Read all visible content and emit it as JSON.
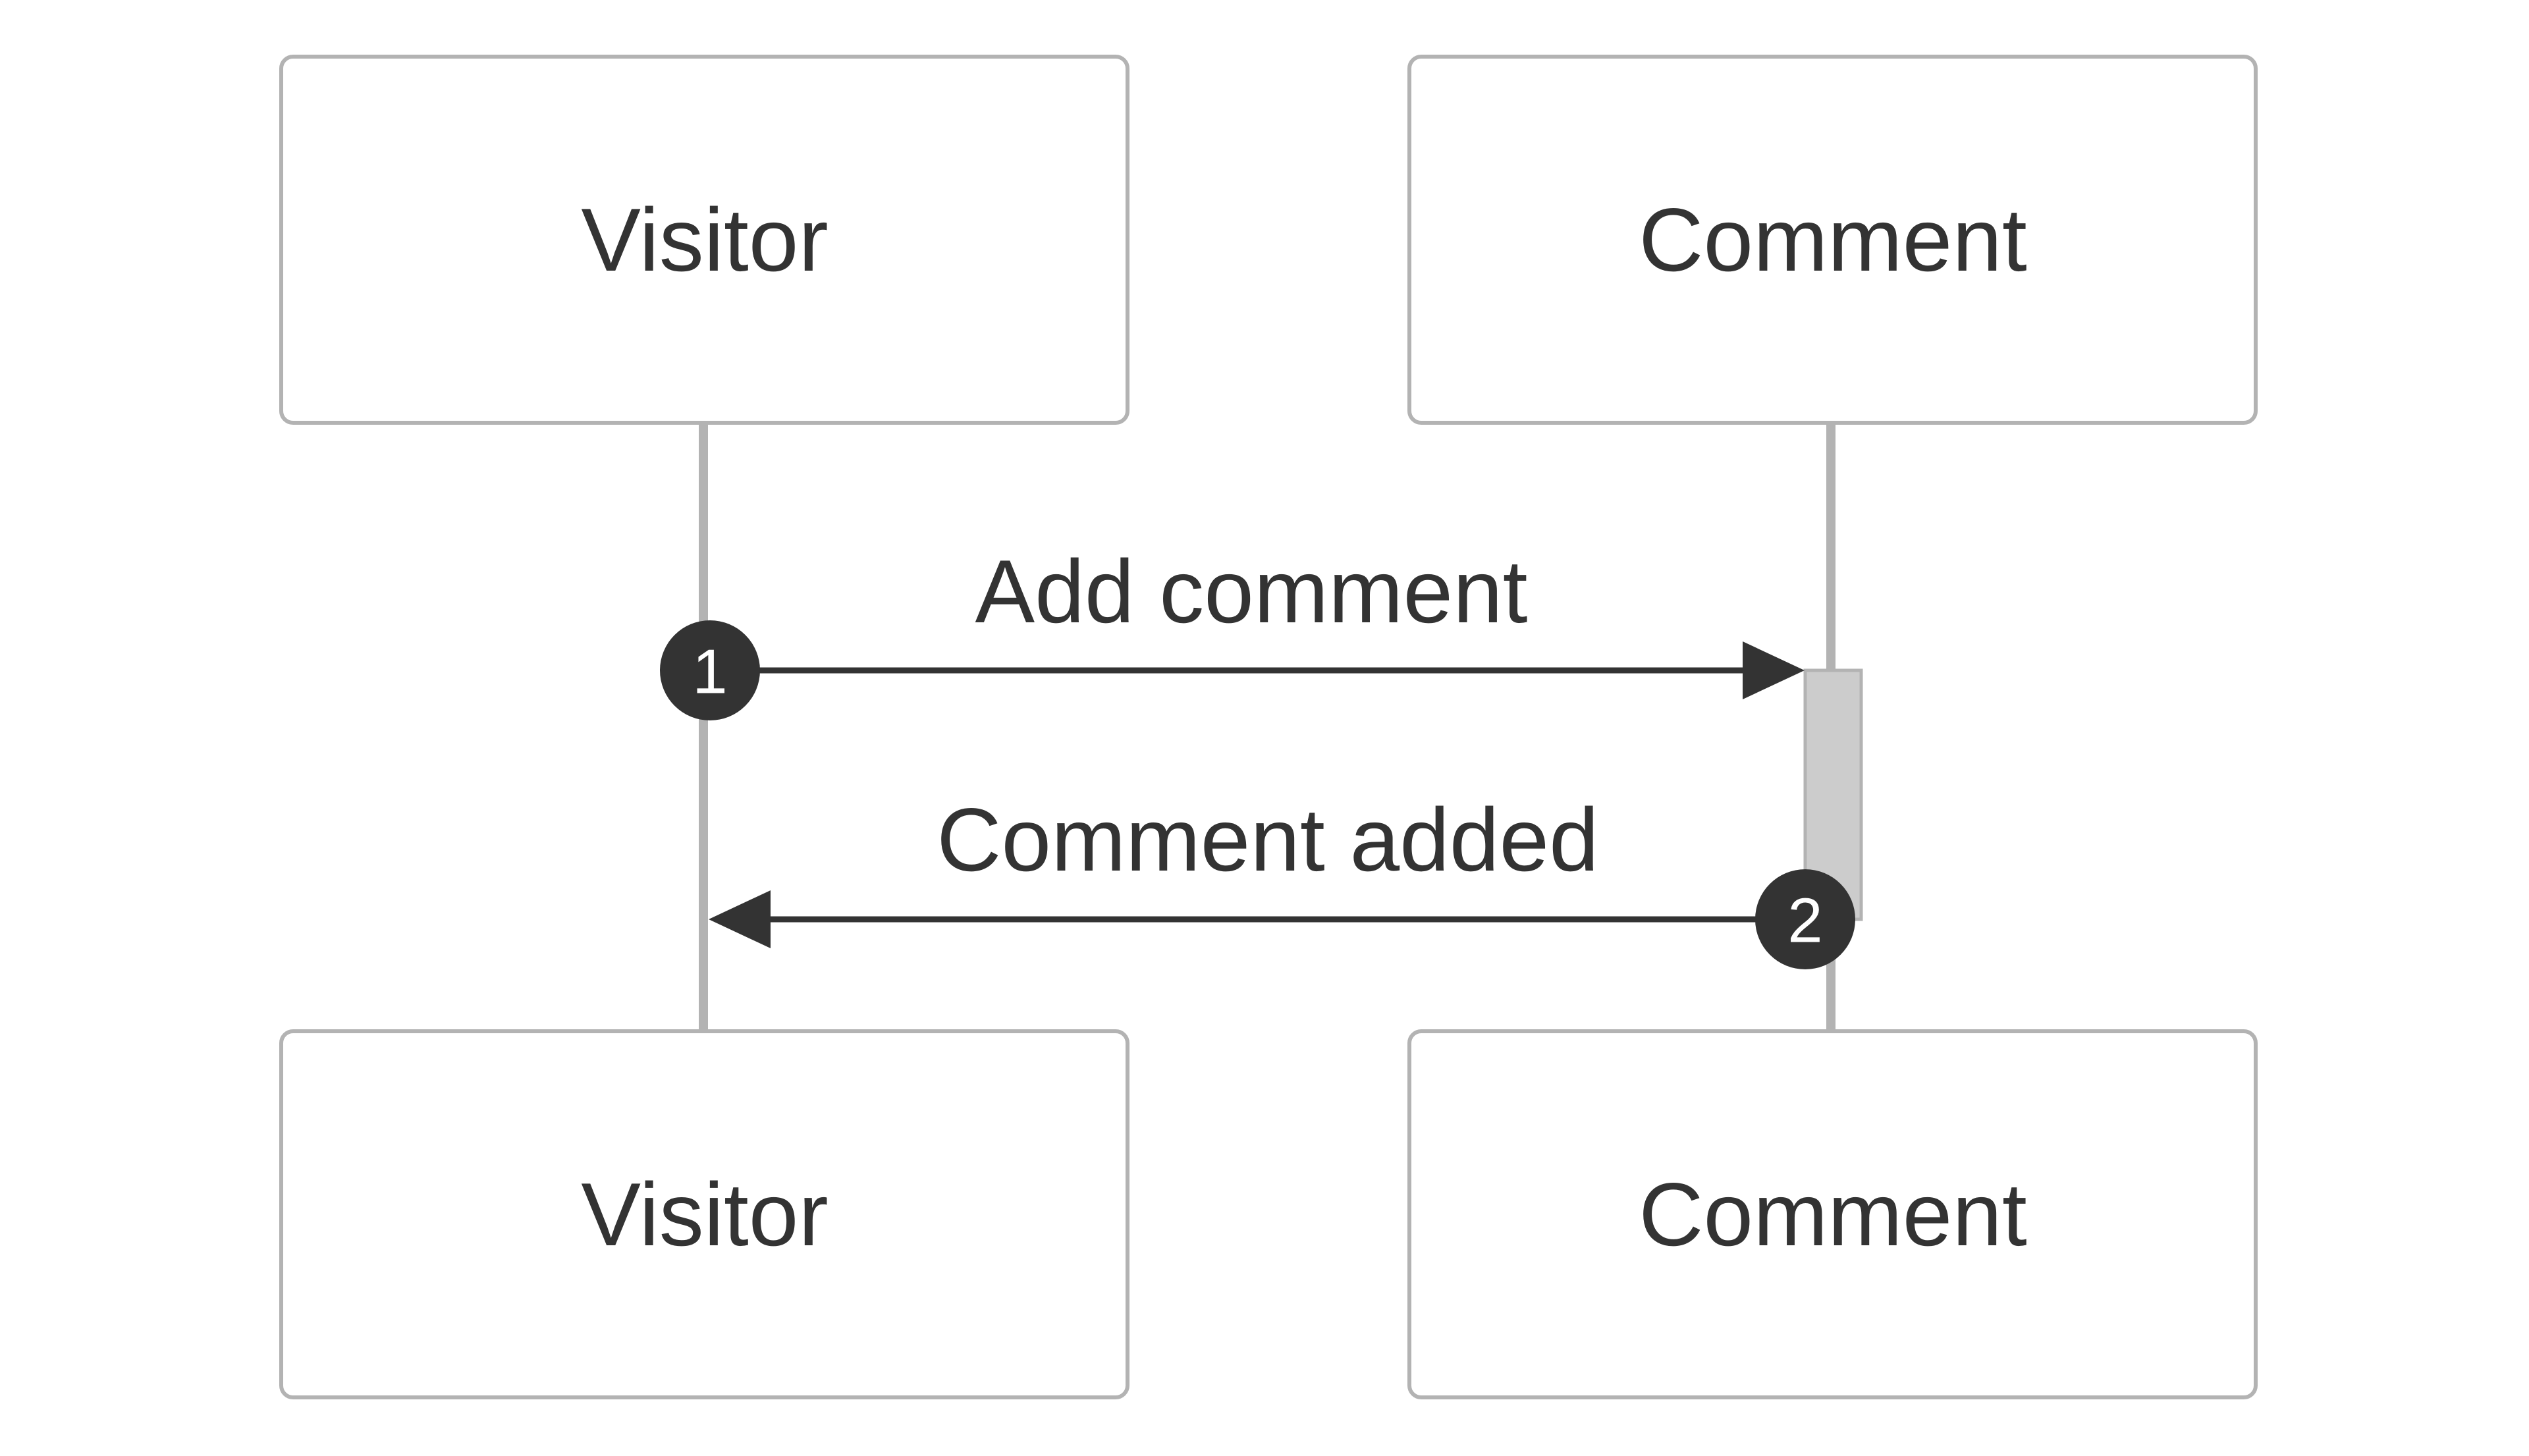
{
  "participants": {
    "visitor": {
      "label": "Visitor"
    },
    "comment": {
      "label": "Comment"
    }
  },
  "messages": [
    {
      "number": "1",
      "label": "Add comment",
      "from": "Visitor",
      "to": "Comment"
    },
    {
      "number": "2",
      "label": "Comment added",
      "from": "Comment",
      "to": "Visitor"
    }
  ],
  "colors": {
    "box_stroke": "#b3b3b3",
    "lifeline": "#b3b3b3",
    "activation_fill": "#cccccc",
    "arrow": "#333333",
    "text": "#333333",
    "sequence_badge": "#333333"
  }
}
